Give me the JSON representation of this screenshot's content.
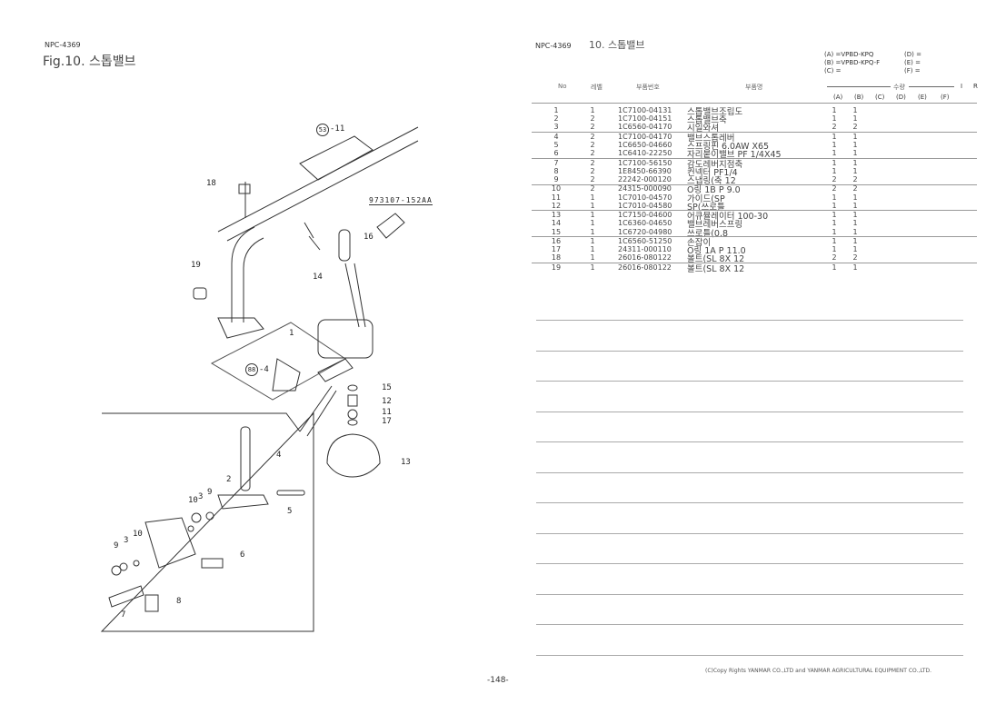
{
  "left_page": {
    "doc_code": "NPC-4369",
    "fig_title": "Fig.10.  스톱밸브",
    "page_number": "-148-"
  },
  "diagram_labels": {
    "l53": "53",
    "l53_suffix": "-11",
    "l18": "18",
    "ref": "973107-152AA",
    "l16": "16",
    "l19": "19",
    "l14": "14",
    "l1": "1",
    "l88": "88",
    "l88_suffix": "-4",
    "l15": "15",
    "l12": "12",
    "l11": "11",
    "l17": "17",
    "l13": "13",
    "l4": "4",
    "l2": "2",
    "l10a": "10",
    "l3a": "3",
    "l9a": "9",
    "l5": "5",
    "l10b": "10",
    "l3b": "3",
    "l9b": "9",
    "l6": "6",
    "l8": "8",
    "l7": "7"
  },
  "right_page": {
    "doc_code": "NPC-4369",
    "title": "10.  스톱밸브",
    "models": {
      "a": "(A) =VPBD-KPQ",
      "b": "(B) =VPBD-KPQ-F",
      "c": "(C) =",
      "d": "(D) =",
      "e": "(E) =",
      "f": "(F) ="
    },
    "headers": {
      "no": "No",
      "level": "레벨",
      "part_no": "부품번호",
      "part_name": "부품명",
      "qty": "수량",
      "i": "I",
      "r": "R",
      "a": "(A)",
      "b": "(B)",
      "c": "(C)",
      "d": "(D)",
      "e": "(E)",
      "f": "(F)"
    },
    "rows": [
      {
        "no": "1",
        "lv": "1",
        "pn": "1C7100-04131",
        "name": "스톱밸브조립도",
        "a": "1",
        "b": "1"
      },
      {
        "no": "2",
        "lv": "2",
        "pn": "1C7100-04151",
        "name": "스톱밸브축",
        "a": "1",
        "b": "1"
      },
      {
        "no": "3",
        "lv": "2",
        "pn": "1C6560-04170",
        "name": "시일와셔",
        "a": "2",
        "b": "2"
      },
      {
        "no": "4",
        "lv": "2",
        "pn": "1C7100-04170",
        "name": "밸브스톱레버",
        "a": "1",
        "b": "1"
      },
      {
        "no": "5",
        "lv": "2",
        "pn": "1C6650-04660",
        "name": "스프링핀 6.0AW X65",
        "a": "1",
        "b": "1"
      },
      {
        "no": "6",
        "lv": "2",
        "pn": "1C6410-22250",
        "name": "자리붙이밸브 PF 1/4X45",
        "a": "1",
        "b": "1"
      },
      {
        "no": "7",
        "lv": "2",
        "pn": "1C7100-56150",
        "name": "감도레버지점축",
        "a": "1",
        "b": "1"
      },
      {
        "no": "8",
        "lv": "2",
        "pn": "1E8450-66390",
        "name": "컨넥터 PF1/4",
        "a": "1",
        "b": "1"
      },
      {
        "no": "9",
        "lv": "2",
        "pn": "22242-000120",
        "name": "스냅링(축  12",
        "a": "2",
        "b": "2"
      },
      {
        "no": "10",
        "lv": "2",
        "pn": "24315-000090",
        "name": "O링 1B P  9.0",
        "a": "2",
        "b": "2"
      },
      {
        "no": "11",
        "lv": "1",
        "pn": "1C7010-04570",
        "name": "가이드(SP",
        "a": "1",
        "b": "1"
      },
      {
        "no": "12",
        "lv": "1",
        "pn": "1C7010-04580",
        "name": "SP(쓰로틀",
        "a": "1",
        "b": "1"
      },
      {
        "no": "13",
        "lv": "1",
        "pn": "1C7150-04600",
        "name": "어큐뮬레이터 100-30",
        "a": "1",
        "b": "1"
      },
      {
        "no": "14",
        "lv": "1",
        "pn": "1C6360-04650",
        "name": "밸브레버스프링",
        "a": "1",
        "b": "1"
      },
      {
        "no": "15",
        "lv": "1",
        "pn": "1C6720-04980",
        "name": "쓰로틀(0.8",
        "a": "1",
        "b": "1"
      },
      {
        "no": "16",
        "lv": "1",
        "pn": "1C6560-51250",
        "name": "손잡이",
        "a": "1",
        "b": "1"
      },
      {
        "no": "17",
        "lv": "1",
        "pn": "24311-000110",
        "name": "O링 1A P 11.0",
        "a": "1",
        "b": "1"
      },
      {
        "no": "18",
        "lv": "1",
        "pn": "26016-080122",
        "name": "볼트(SL 8X 12",
        "a": "2",
        "b": "2"
      },
      {
        "no": "19",
        "lv": "1",
        "pn": "26016-080122",
        "name": "볼트(SL 8X 12",
        "a": "1",
        "b": "1"
      }
    ],
    "copyright": "(C)Copy Rights  YANMAR CO.,LTD and YANMAR AGRICULTURAL EQUIPMENT CO.,LTD."
  }
}
